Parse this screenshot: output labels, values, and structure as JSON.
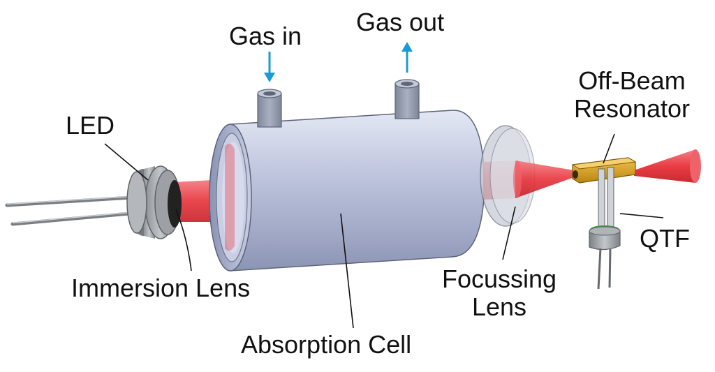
{
  "labels": {
    "gas_in": "Gas in",
    "gas_out": "Gas out",
    "led": "LED",
    "off_beam_resonator": [
      "Off-Beam",
      "Resonator"
    ],
    "qtf": "QTF",
    "immersion_lens": "Immersion Lens",
    "absorption_cell": "Absorption Cell",
    "focussing_lens": [
      "Focussing",
      "Lens"
    ]
  },
  "colors": {
    "gas_arrow": "#1a9ad6",
    "beam": "#e8323a",
    "cell_body": "#b9c1db",
    "resonator": "#d9a21b",
    "qtf_mount": "#9ea3a8",
    "leader_line": "#111111"
  }
}
